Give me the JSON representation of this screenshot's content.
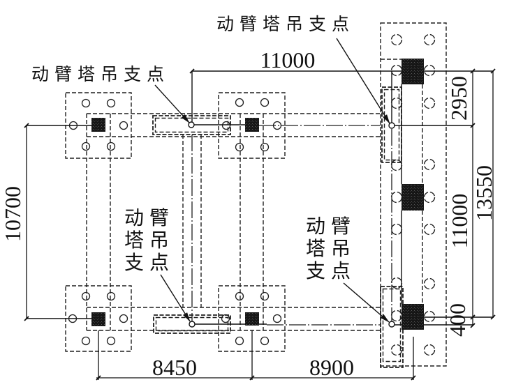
{
  "callouts": {
    "boom_support_top_left": "动臂塔吊支点",
    "boom_support_top_right": "动臂塔吊支点",
    "boom_support_bottom_middle": [
      "动臂",
      "塔吊",
      "支点"
    ],
    "boom_support_bottom_right": [
      "动臂",
      "塔吊",
      "支点"
    ]
  },
  "dimensions": {
    "top_pivot_span": "11000",
    "right_upper_offset": "2950",
    "right_pivot_span": "11000",
    "right_total": "13550",
    "right_lower_offset": "400",
    "left_height": "10700",
    "bottom_left_span": "8450",
    "bottom_right_span": "8900"
  }
}
